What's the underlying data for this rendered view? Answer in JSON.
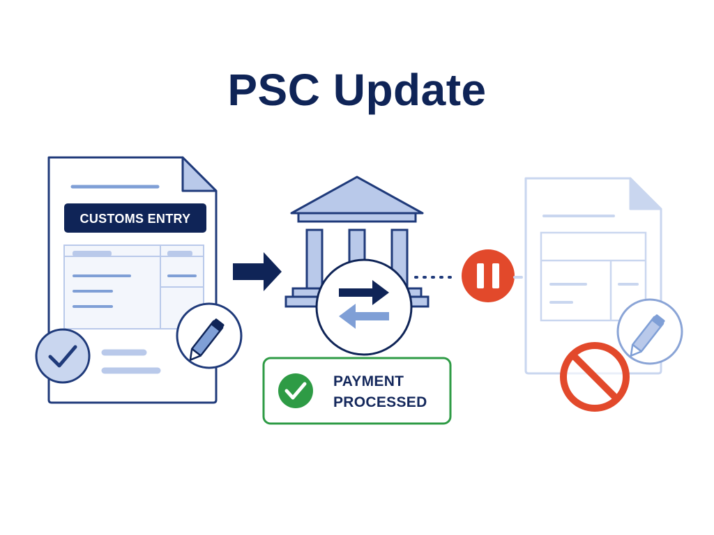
{
  "title": "PSC Update",
  "customs_document": {
    "badge_label": "CUSTOMS ENTRY",
    "status_icon": "check-circle-icon",
    "edit_icon": "pencil-icon"
  },
  "bank": {
    "icon": "bank-building-icon",
    "transfer_icon": "transfer-arrows-icon"
  },
  "payment_status": {
    "line1": "PAYMENT",
    "line2": "PROCESSED",
    "icon": "check-circle-icon"
  },
  "pause_icon": "pause-icon",
  "blocked_document": {
    "edit_icon": "pencil-icon",
    "blocked_icon": "prohibited-icon"
  },
  "colors": {
    "navy": "#0f2457",
    "outline": "#1f3a7a",
    "light_blue": "#b9c9ea",
    "mid_blue": "#7f9fd6",
    "green": "#2e9b45",
    "orange": "#e2492b",
    "faded": "#c9d6ef"
  }
}
